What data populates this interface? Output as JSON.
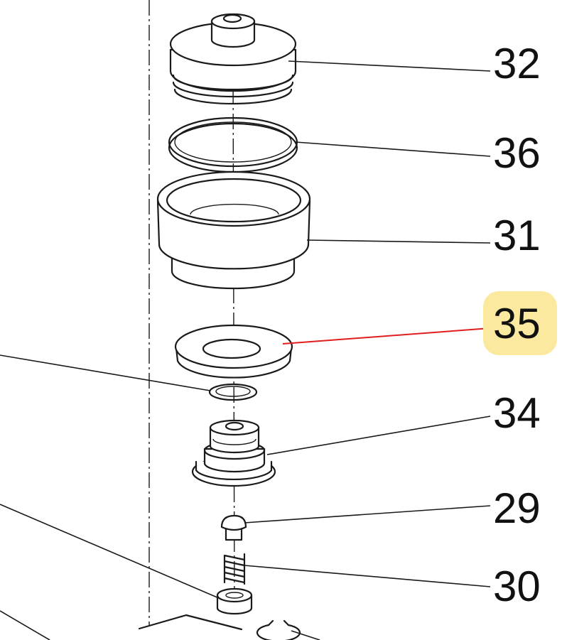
{
  "callouts": [
    {
      "number": "32",
      "highlighted": false
    },
    {
      "number": "36",
      "highlighted": false
    },
    {
      "number": "31",
      "highlighted": false
    },
    {
      "number": "35",
      "highlighted": true
    },
    {
      "number": "34",
      "highlighted": false
    },
    {
      "number": "29",
      "highlighted": false
    },
    {
      "number": "30",
      "highlighted": false
    }
  ],
  "colors": {
    "highlight": "#fbe9a0",
    "selected_leader": "#e01e1e",
    "line": "#1a1a1a"
  }
}
